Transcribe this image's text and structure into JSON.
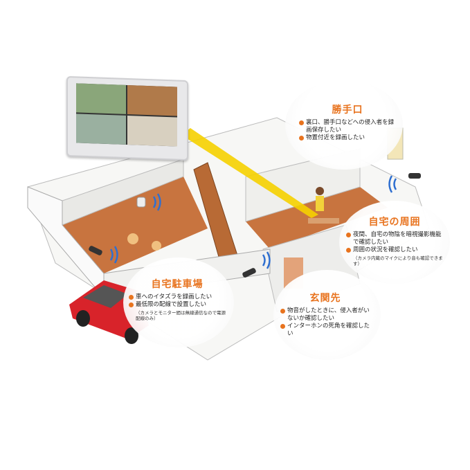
{
  "callouts": {
    "backdoor": {
      "title": "勝手口",
      "items": [
        "裏口、勝手口などへの侵入者を録画保存したい",
        "物置付近を録画したい"
      ]
    },
    "surroundings": {
      "title": "自宅の周囲",
      "items": [
        "夜間、自宅の物陰を暗視撮影機能で確認したい",
        "周囲の状況を確認したい"
      ],
      "note": "（カメラ内蔵のマイクにより音も確認できます）"
    },
    "parking": {
      "title": "自宅駐車場",
      "items": [
        "車へのイタズラを録画したい",
        "最低限の配線で設置したい"
      ],
      "note": "（カメラとモニター間は無線通信なので電源配線のみ）"
    },
    "entrance": {
      "title": "玄関先",
      "items": [
        "物音がしたときに、侵入者がいないか確認したい",
        "インターホンの死角を確認したい"
      ]
    }
  },
  "colors": {
    "accent": "#e8731e",
    "floor": "#c8743f",
    "wall": "#f4f4f2",
    "car": "#d8232a",
    "signal": "#2f6fd0"
  }
}
